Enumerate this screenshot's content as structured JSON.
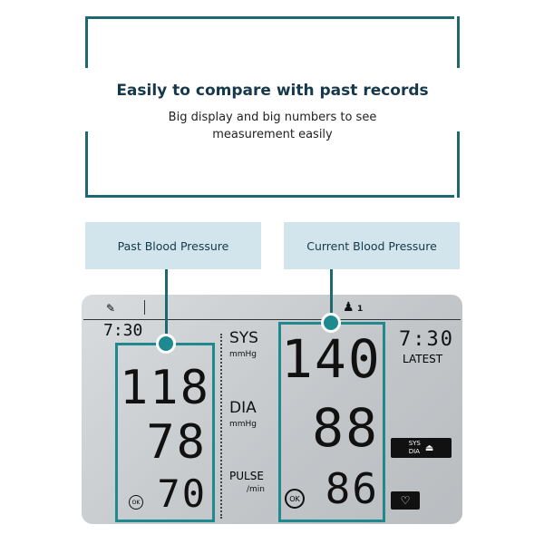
{
  "header": {
    "title": "Easily to compare with past records",
    "subtitle_line1": "Big display and big numbers to see",
    "subtitle_line2": "measurement easily"
  },
  "labels": {
    "past": "Past Blood Pressure",
    "current": "Current Blood Pressure"
  },
  "display": {
    "past": {
      "time": "7:30",
      "sys": "118",
      "dia": "78",
      "pulse": "70",
      "ok": "OK"
    },
    "current": {
      "sys": "140",
      "dia": "88",
      "pulse": "86",
      "ok": "OK"
    },
    "sys_label": "SYS",
    "dia_label": "DIA",
    "pulse_label": "PULSE",
    "unit_mmhg": "mmHg",
    "unit_min": "/min",
    "latest_time": "7:30",
    "latest_label": "LATEST",
    "user_number": "1",
    "sysdia_badge_sys": "SYS",
    "sysdia_badge_dia": "DIA"
  },
  "colors": {
    "accent": "#1e8a90",
    "frame": "#1e6870",
    "label_bg": "#d3e5ec"
  }
}
